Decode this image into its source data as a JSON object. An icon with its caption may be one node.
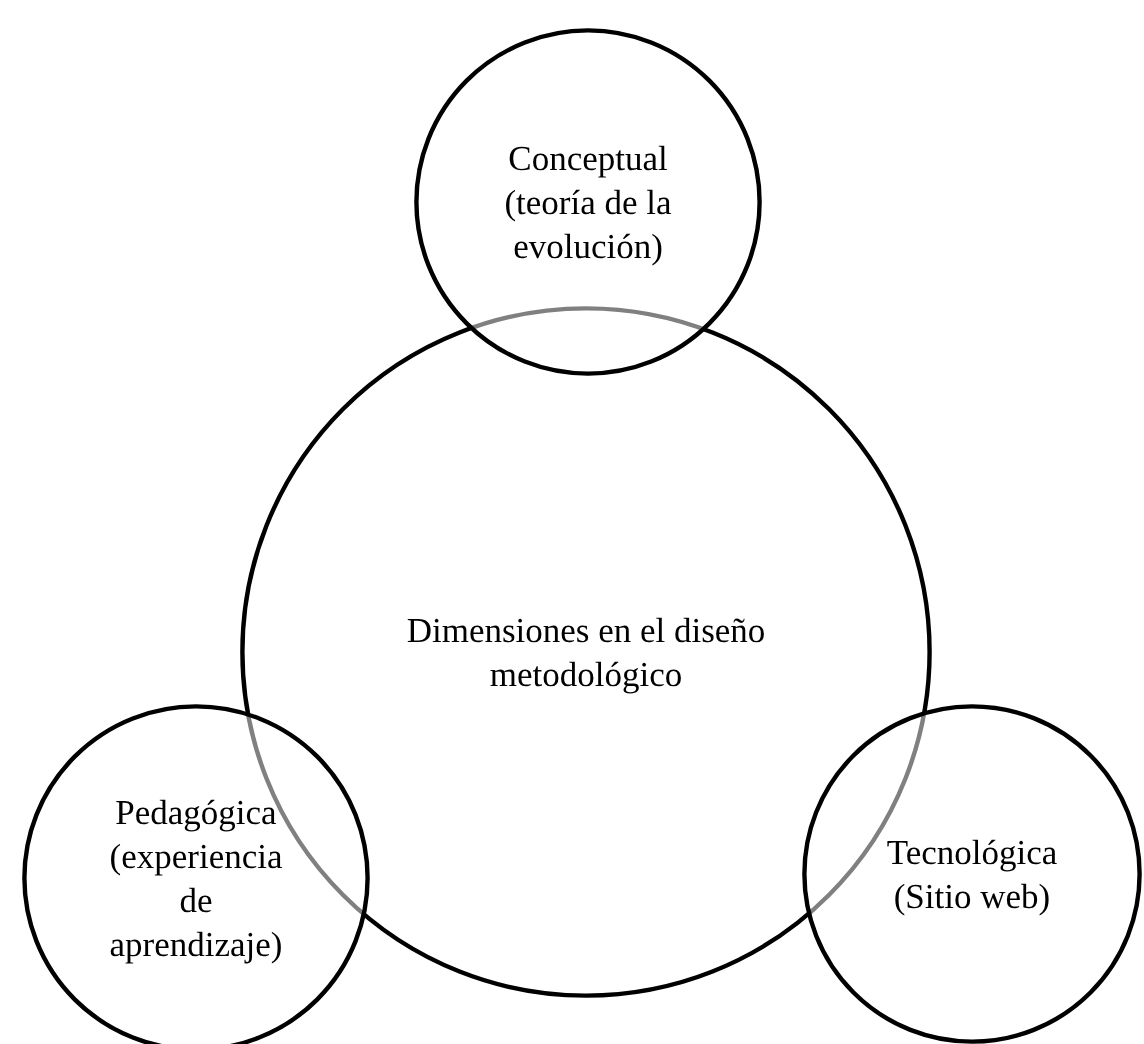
{
  "diagram": {
    "nodes": [
      {
        "text": [
          "Conceptual (teoría de la evolución)"
        ]
      },
      {
        "text": [
          "Dimensiones en el diseño metodológico"
        ]
      },
      {
        "text": [
          "Pedagógica (experiencia de aprendizaje)"
        ]
      },
      {
        "text": [
          "Tecnológica (Sitio web)"
        ]
      }
    ]
  }
}
